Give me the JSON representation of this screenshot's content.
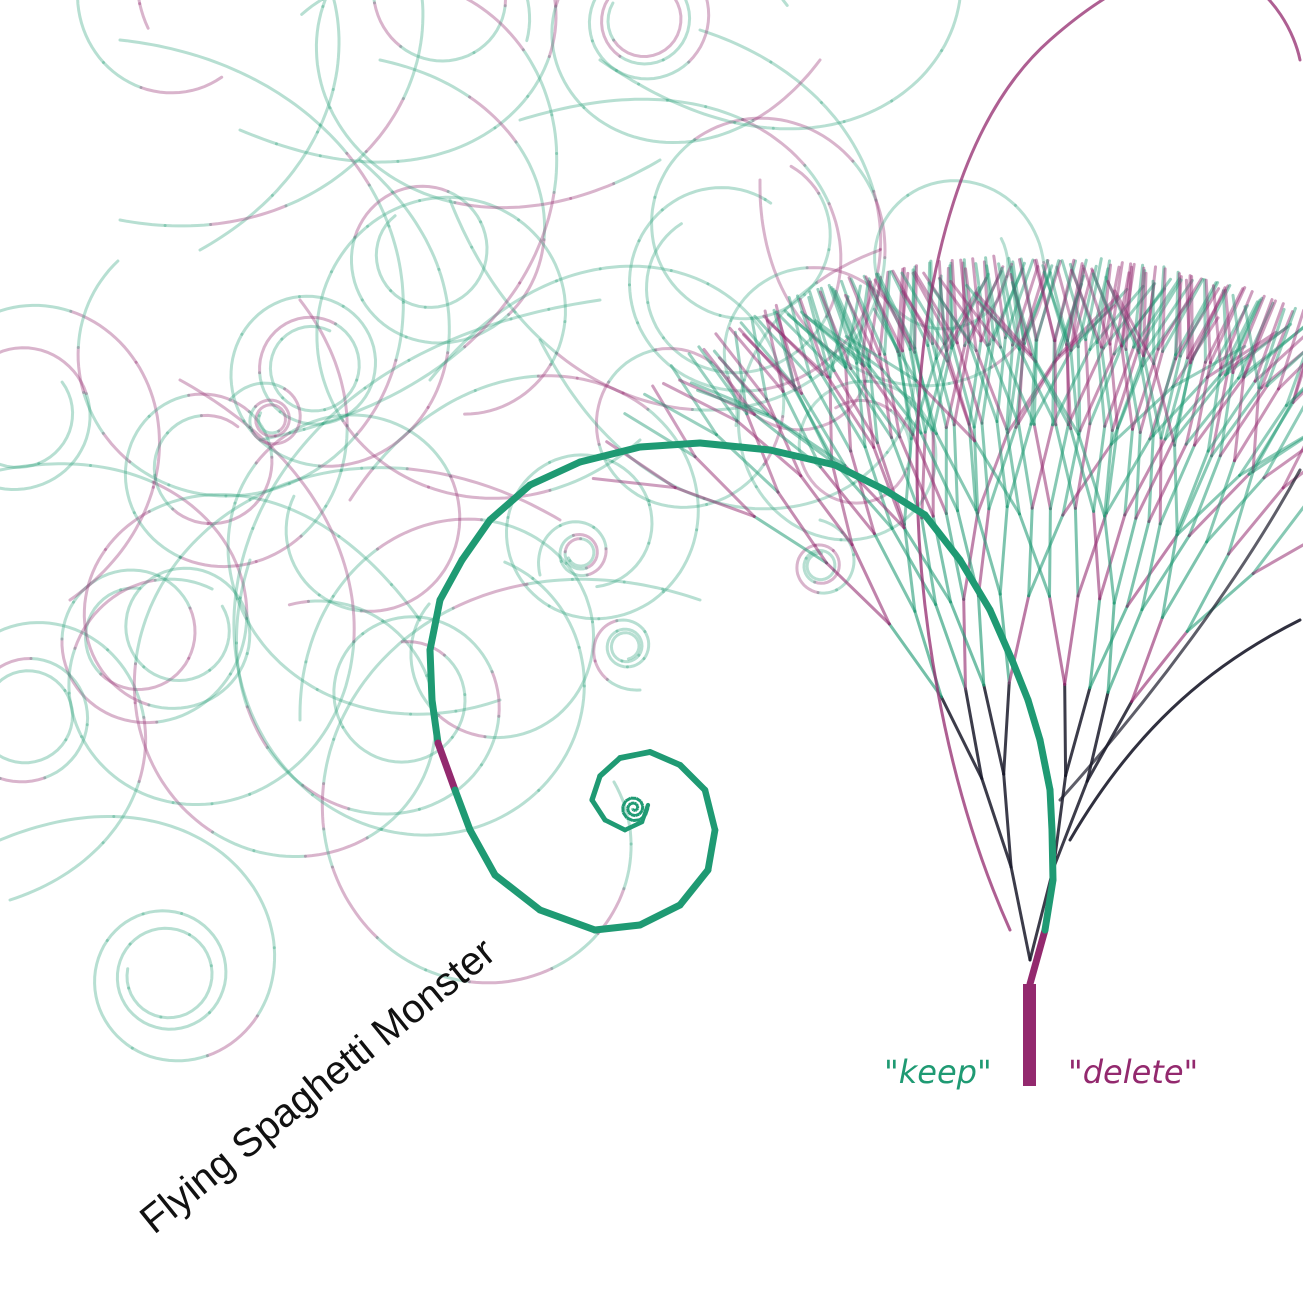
{
  "diagram": {
    "title": "Flying Spaghetti Monster",
    "legend": {
      "keep_label": "\"keep\"",
      "delete_label": "\"delete\""
    },
    "colors": {
      "keep": "#1f9a73",
      "delete": "#93296e",
      "dark": "#1a1a2a",
      "background": "#ffffff"
    }
  }
}
